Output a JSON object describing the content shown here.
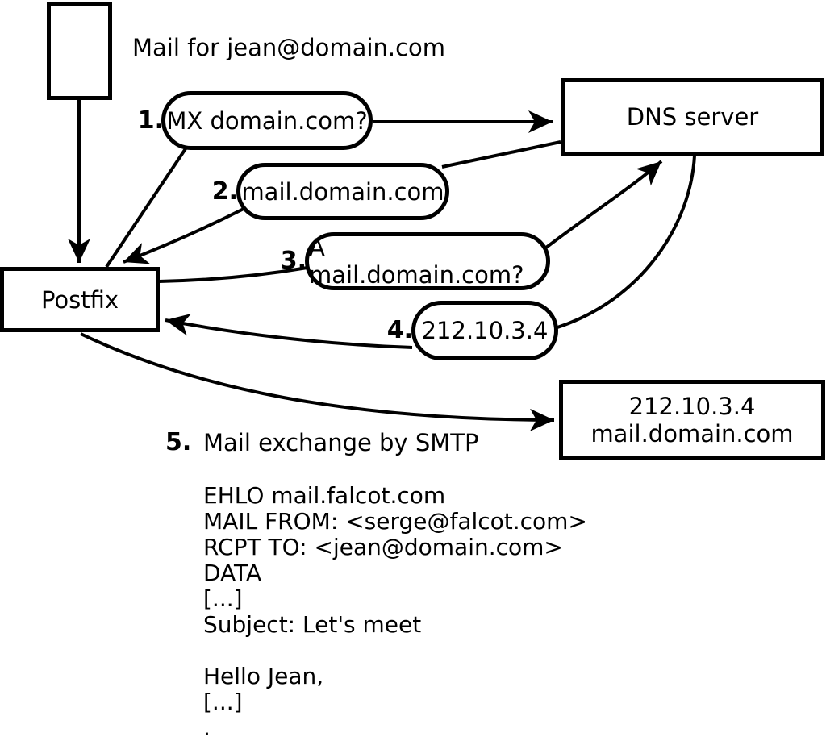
{
  "title": "Mail for jean@domain.com",
  "nodes": {
    "postfix": "Postfix",
    "dns": "DNS server",
    "mail_server": {
      "line1": "212.10.3.4",
      "line2": "mail.domain.com"
    }
  },
  "steps": [
    {
      "num": "1.",
      "label": "MX domain.com?"
    },
    {
      "num": "2.",
      "label": "mail.domain.com"
    },
    {
      "num": "3.",
      "label": "A mail.domain.com?"
    },
    {
      "num": "4.",
      "label": "212.10.3.4"
    },
    {
      "num": "5.",
      "label": "Mail exchange by SMTP"
    }
  ],
  "smtp_session": {
    "lines": [
      "EHLO mail.falcot.com",
      "MAIL FROM: <serge@falcot.com>",
      "RCPT TO: <jean@domain.com>",
      "DATA",
      "[...]",
      "Subject: Let's meet",
      "",
      "Hello Jean,",
      "[...]",
      "."
    ]
  },
  "colors": {
    "stroke": "#000000",
    "background": "#ffffff"
  }
}
